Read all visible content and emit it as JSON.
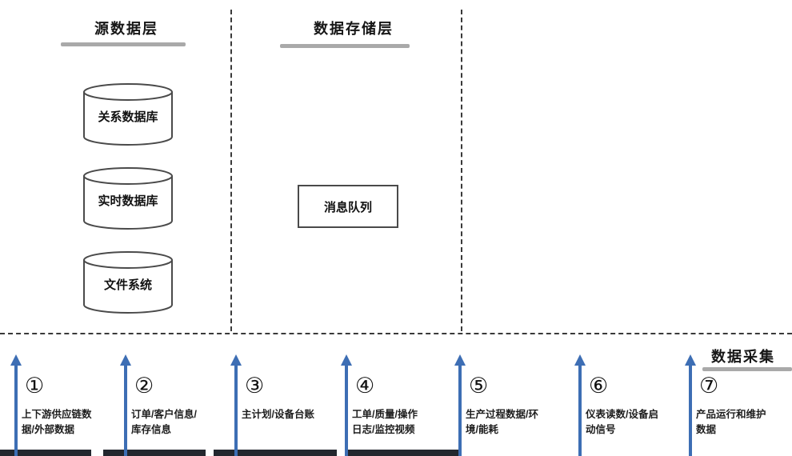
{
  "diagram": {
    "source_layer": {
      "title": "源数据层",
      "databases": [
        {
          "label": "关系数据库"
        },
        {
          "label": "实时数据库"
        },
        {
          "label": "文件系统"
        }
      ]
    },
    "storage_layer": {
      "title": "数据存储层",
      "message_queue_label": "消息队列"
    },
    "collection_layer": {
      "title": "数据采集",
      "channels": [
        {
          "number": "①",
          "label": "上下游供应链数据/外部数据"
        },
        {
          "number": "②",
          "label": "订单/客户信息/库存信息"
        },
        {
          "number": "③",
          "label": "主计划/设备台账"
        },
        {
          "number": "④",
          "label": "工单/质量/操作日志/监控视频"
        },
        {
          "number": "⑤",
          "label": "生产过程数据/环境/能耗"
        },
        {
          "number": "⑥",
          "label": "仪表读数/设备启动信号"
        },
        {
          "number": "⑦",
          "label": "产品运行和维护数据"
        }
      ]
    },
    "colors": {
      "arrow_blue": "#3d6eb4",
      "underline_gray": "#a9a9a9",
      "bottom_bar_dark": "#23272e",
      "dashed_line": "#3a3a3a"
    }
  }
}
